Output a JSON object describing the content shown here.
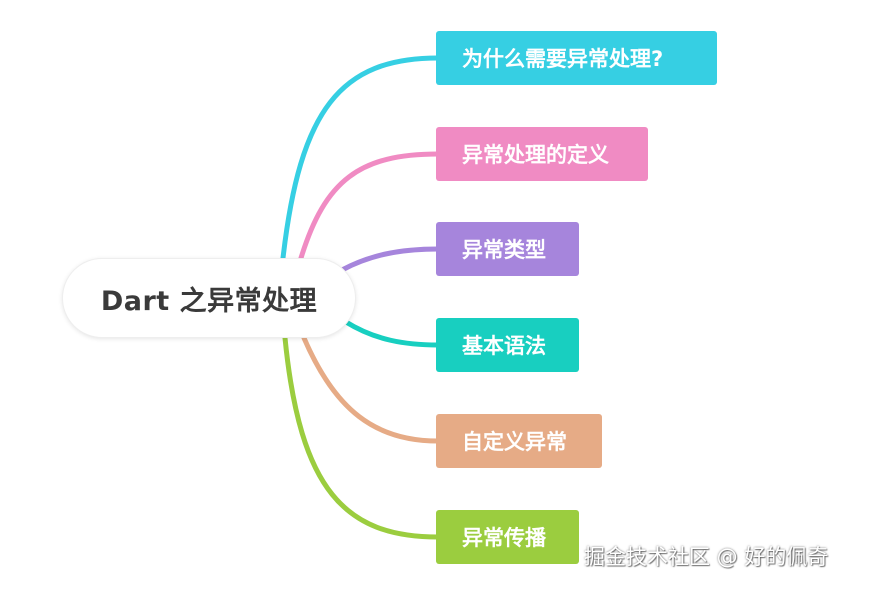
{
  "root": {
    "label": "Dart 之异常处理"
  },
  "branches": [
    {
      "label": "为什么需要异常处理?",
      "color": "#36cfe3"
    },
    {
      "label": "异常处理的定义",
      "color": "#f08bc3"
    },
    {
      "label": "异常类型",
      "color": "#a685dc"
    },
    {
      "label": "基本语法",
      "color": "#18cfc0"
    },
    {
      "label": "自定义异常",
      "color": "#e6ab86"
    },
    {
      "label": "异常传播",
      "color": "#9bcd3f"
    }
  ],
  "watermark": {
    "text": "掘金技术社区 @ 好的佩奇"
  }
}
